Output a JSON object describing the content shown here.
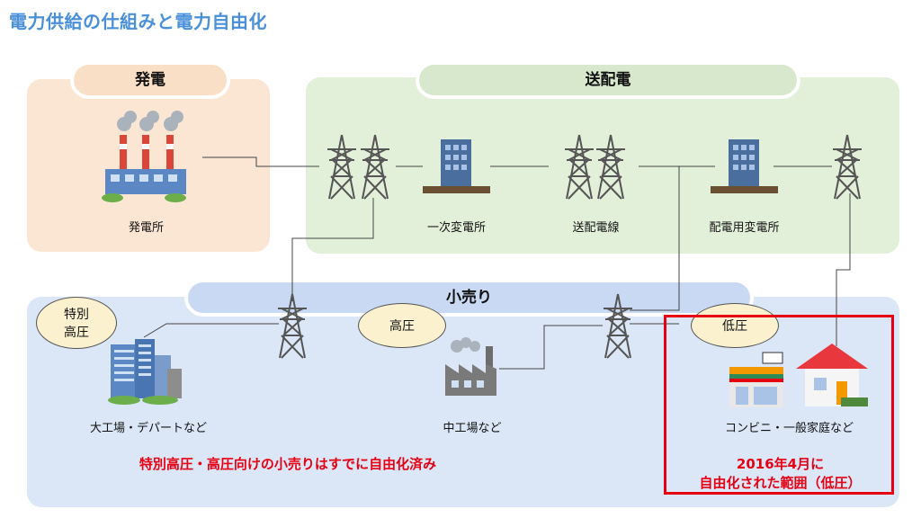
{
  "title": "電力供給の仕組みと電力自由化",
  "sections": {
    "generation": "発電",
    "transmission": "送配電",
    "retail": "小売り"
  },
  "facilities": {
    "power_plant": "発電所",
    "primary_substation": "一次変電所",
    "distribution_line": "送配電線",
    "distribution_substation": "配電用変電所",
    "large_factory": "大工場・デパートなど",
    "medium_factory": "中工場など",
    "homes": "コンビニ・一般家庭など"
  },
  "voltage_bubbles": {
    "extra_high_line1": "特別",
    "extra_high_line2": "高圧",
    "high": "高圧",
    "low": "低圧"
  },
  "notes": {
    "liberalized": "特別高圧・高圧向けの小売りはすでに自由化済み",
    "scope_line1": "2016年4月に",
    "scope_line2": "自由化された範囲（低圧）"
  },
  "colors": {
    "title": "#4a90d9",
    "generation_panel": "#fbe6d3",
    "transmission_panel": "#e2efd9",
    "retail_panel": "#dbe6f7",
    "highlight": "#e60012"
  }
}
